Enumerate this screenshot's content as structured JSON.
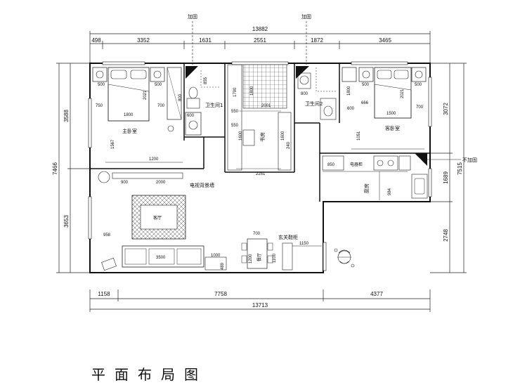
{
  "title": "平面布局图",
  "top_labels": {
    "added_1": "加固",
    "added_2": "加固",
    "not_added": "不加固"
  },
  "top_dims": {
    "total": "13882",
    "segments": [
      "498",
      "3352",
      "1631",
      "2551",
      "1872",
      "3465"
    ]
  },
  "bottom_dims": {
    "total": "13713",
    "segments": [
      "1158",
      "7758",
      "4377"
    ]
  },
  "left_dims": {
    "total": "7466",
    "segments": [
      "3588",
      "3653"
    ]
  },
  "right_dims": {
    "total": "7515",
    "segments": [
      "3072",
      "1689",
      "2748"
    ]
  },
  "rooms": {
    "master_bedroom": "主卧室",
    "bathroom_1": "卫生间1",
    "bathroom_2": "卫生间2",
    "study": "书房",
    "guest_bedroom": "客卧室",
    "tv_wall": "电视背景墙",
    "living_room": "客厅",
    "entry_cabinet": "玄关鞋柜",
    "kitchen": "厨房",
    "fridge": "电器柜",
    "dining": "餐厅"
  },
  "inner_dims": {
    "mb_bedside_l": "500",
    "mb_bedside_r": "500",
    "mb_bed_w": "1800",
    "mb_bed_l": "2021",
    "mb_750": "750",
    "mb_700": "700",
    "mb_1567": "1567",
    "mb_1200": "1200",
    "b1_855": "855",
    "b1_800": "800",
    "b1_600": "600",
    "st_1790": "1790",
    "st_1800": "1800",
    "st_2001": "2001",
    "st_550a": "550",
    "st_550b": "550",
    "st_1600a": "1600",
    "st_1600b": "1600",
    "st_2251": "2251",
    "st_240": "240",
    "b2_800": "800",
    "b2_600": "600",
    "b2_1800": "1800",
    "gb_500a": "500",
    "gb_500b": "500",
    "gb_666": "666",
    "gb_2021": "2021",
    "gb_1500": "1500",
    "gb_700": "700",
    "gb_1051": "1051",
    "k_850": "850",
    "k_984": "984",
    "lr_900": "900",
    "lr_2000": "2000",
    "lr_958": "958",
    "lr_3500": "3500",
    "lr_1000": "1000",
    "lr_489": "489",
    "d_700": "700",
    "d_1200": "1200",
    "d_1100": "1100",
    "d_1150": "1150"
  }
}
